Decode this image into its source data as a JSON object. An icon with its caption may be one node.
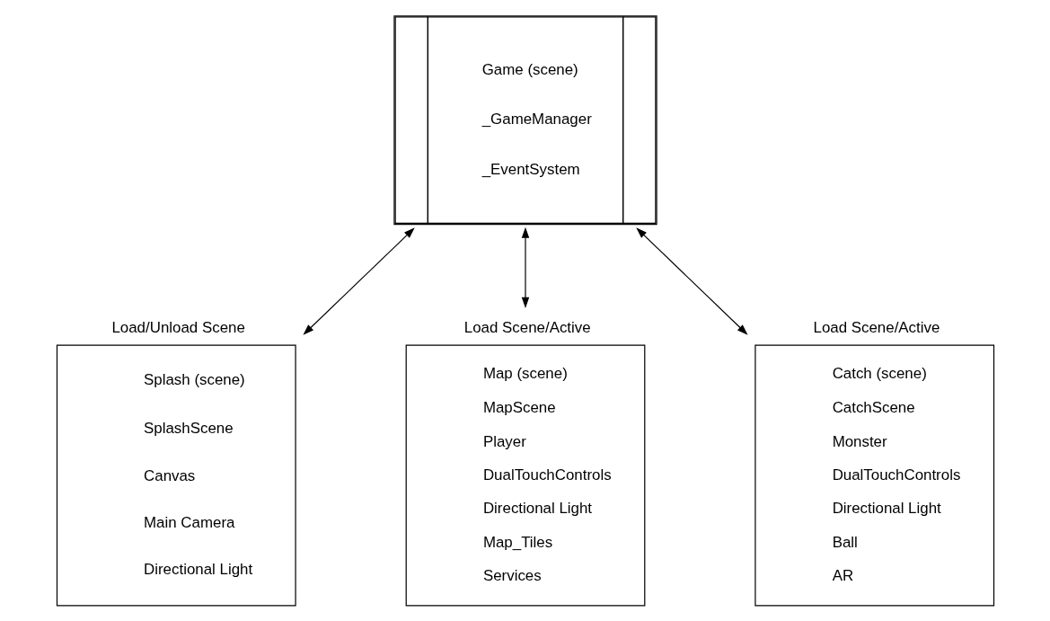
{
  "diagram": {
    "nodes": [
      {
        "text": [
          "Game (scene)",
          "_GameManager",
          "_EventSystem"
        ]
      },
      {
        "text": [
          "Load/Unload Scene",
          "Splash (scene)",
          "SplashScene",
          "Canvas",
          "Main Camera",
          "Directional Light"
        ]
      },
      {
        "text": [
          "Load Scene/Active",
          "Map (scene)",
          "MapScene",
          "Player",
          "DualTouchControls",
          "Directional Light",
          "Map_Tiles",
          "Services"
        ]
      },
      {
        "text": [
          "Load Scene/Active",
          "Catch (scene)",
          "CatchScene",
          "Monster",
          "DualTouchControls",
          "Directional Light",
          "Ball",
          "AR"
        ]
      }
    ],
    "edges": [
      {
        "from": 0,
        "to": 1,
        "arrow": "both"
      },
      {
        "from": 0,
        "to": 2,
        "arrow": "both"
      },
      {
        "from": 0,
        "to": 3,
        "arrow": "both"
      }
    ]
  }
}
